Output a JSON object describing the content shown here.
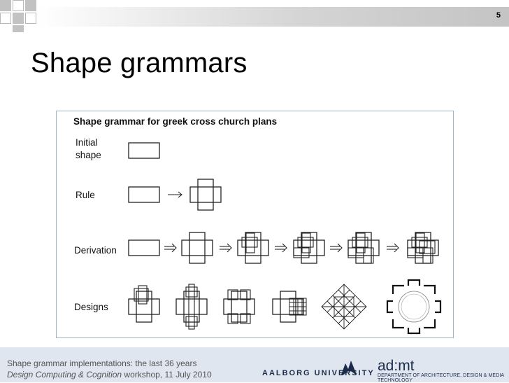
{
  "slide": {
    "page_number": "5",
    "title": "Shape grammars"
  },
  "figure": {
    "title": "Shape grammar for greek cross church plans",
    "rows": [
      {
        "label_line1": "Initial",
        "label_line2": "shape"
      },
      {
        "label": "Rule"
      },
      {
        "label": "Derivation"
      },
      {
        "label": "Designs"
      }
    ]
  },
  "footer": {
    "line1": "Shape grammar implementations: the last 36 years",
    "line2_italic": "Design Computing & Cognition",
    "line2_rest": " workshop, 11 July 2010",
    "university": "AALBORG UNIVERSITY",
    "admt_logo": "ad:mt",
    "department": "DEPARTMENT OF ARCHITECTURE, DESIGN & MEDIA TECHNOLOGY"
  },
  "colors": {
    "footer_bg": "#dfe6f0",
    "brand_navy": "#1c2b4a",
    "figure_border": "#9cb4c8"
  }
}
